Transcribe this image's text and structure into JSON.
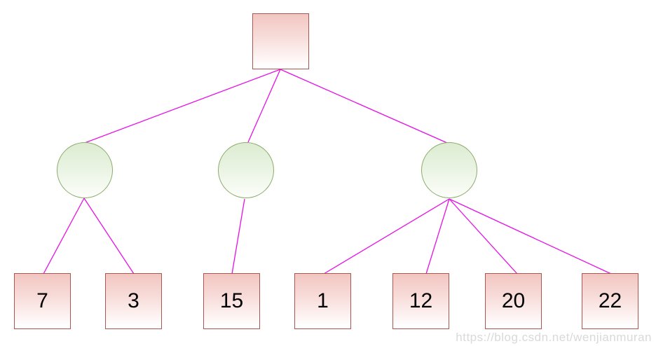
{
  "diagram": {
    "description": "Three-level tree: empty square root, three empty circle internal nodes, seven numbered square leaves",
    "root": {
      "id": "root",
      "shape": "square",
      "label": ""
    },
    "internal_nodes": [
      {
        "id": "internal-left",
        "shape": "circle",
        "label": ""
      },
      {
        "id": "internal-middle",
        "shape": "circle",
        "label": ""
      },
      {
        "id": "internal-right",
        "shape": "circle",
        "label": ""
      }
    ],
    "leaves": [
      {
        "id": "leaf-0",
        "shape": "square",
        "label": "7"
      },
      {
        "id": "leaf-1",
        "shape": "square",
        "label": "3"
      },
      {
        "id": "leaf-2",
        "shape": "square",
        "label": "15"
      },
      {
        "id": "leaf-3",
        "shape": "square",
        "label": "1"
      },
      {
        "id": "leaf-4",
        "shape": "square",
        "label": "12"
      },
      {
        "id": "leaf-5",
        "shape": "square",
        "label": "20"
      },
      {
        "id": "leaf-6",
        "shape": "square",
        "label": "22"
      }
    ],
    "edges": [
      {
        "from": "root",
        "to": "internal-left"
      },
      {
        "from": "root",
        "to": "internal-middle"
      },
      {
        "from": "root",
        "to": "internal-right"
      },
      {
        "from": "internal-left",
        "to": "leaf-0"
      },
      {
        "from": "internal-left",
        "to": "leaf-1"
      },
      {
        "from": "internal-middle",
        "to": "leaf-2"
      },
      {
        "from": "internal-right",
        "to": "leaf-3"
      },
      {
        "from": "internal-right",
        "to": "leaf-4"
      },
      {
        "from": "internal-right",
        "to": "leaf-5"
      },
      {
        "from": "internal-right",
        "to": "leaf-6"
      }
    ],
    "colors": {
      "square_border": "#aa5751",
      "square_fill_top": "#f2c6c1",
      "square_fill_bottom": "#fffefe",
      "circle_border": "#8cac6c",
      "circle_fill_top": "#dcecd2",
      "circle_fill_bottom": "#fbfdf8",
      "edge_line": "#e511e5",
      "label_text": "#000000"
    }
  },
  "watermark": {
    "text": "https://blog.csdn.net/wenjianmuran",
    "color": "#d9d9d9"
  }
}
